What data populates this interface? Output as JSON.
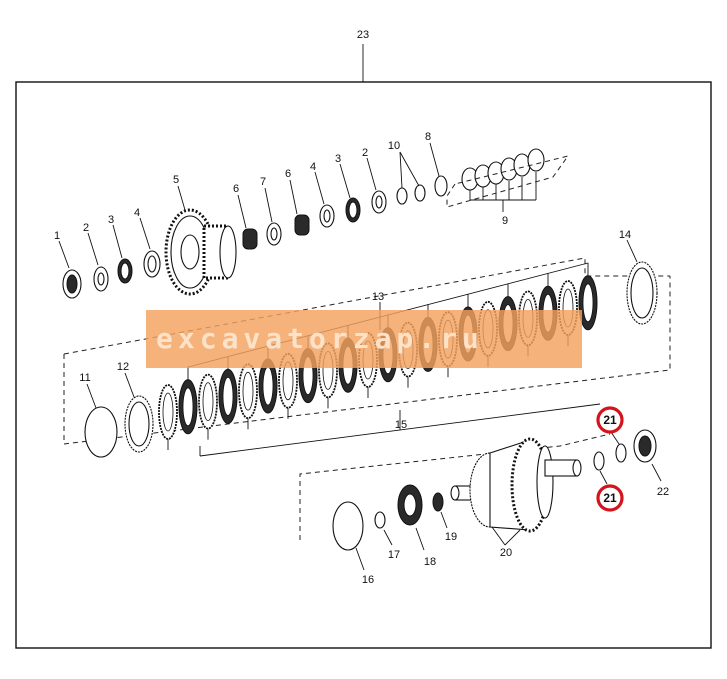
{
  "diagram": {
    "assembly_number": "23",
    "callouts": {
      "c1": "1",
      "c2a": "2",
      "c3a": "3",
      "c4a": "4",
      "c5": "5",
      "c6a": "6",
      "c7": "7",
      "c6b": "6",
      "c4b": "4",
      "c3b": "3",
      "c2b": "2",
      "c10": "10",
      "c8": "8",
      "c9": "9",
      "c13": "13",
      "c14": "14",
      "c11": "11",
      "c12": "12",
      "c15": "15",
      "c16": "16",
      "c17": "17",
      "c18": "18",
      "c19": "19",
      "c20": "20",
      "c21a": "21",
      "c21b": "21",
      "c22": "22"
    },
    "highlighted_callouts": [
      "21",
      "21"
    ],
    "highlight_color": "#d4141c"
  },
  "watermark": {
    "text": "excavatorzap.ru",
    "color": "#f3a15e"
  }
}
